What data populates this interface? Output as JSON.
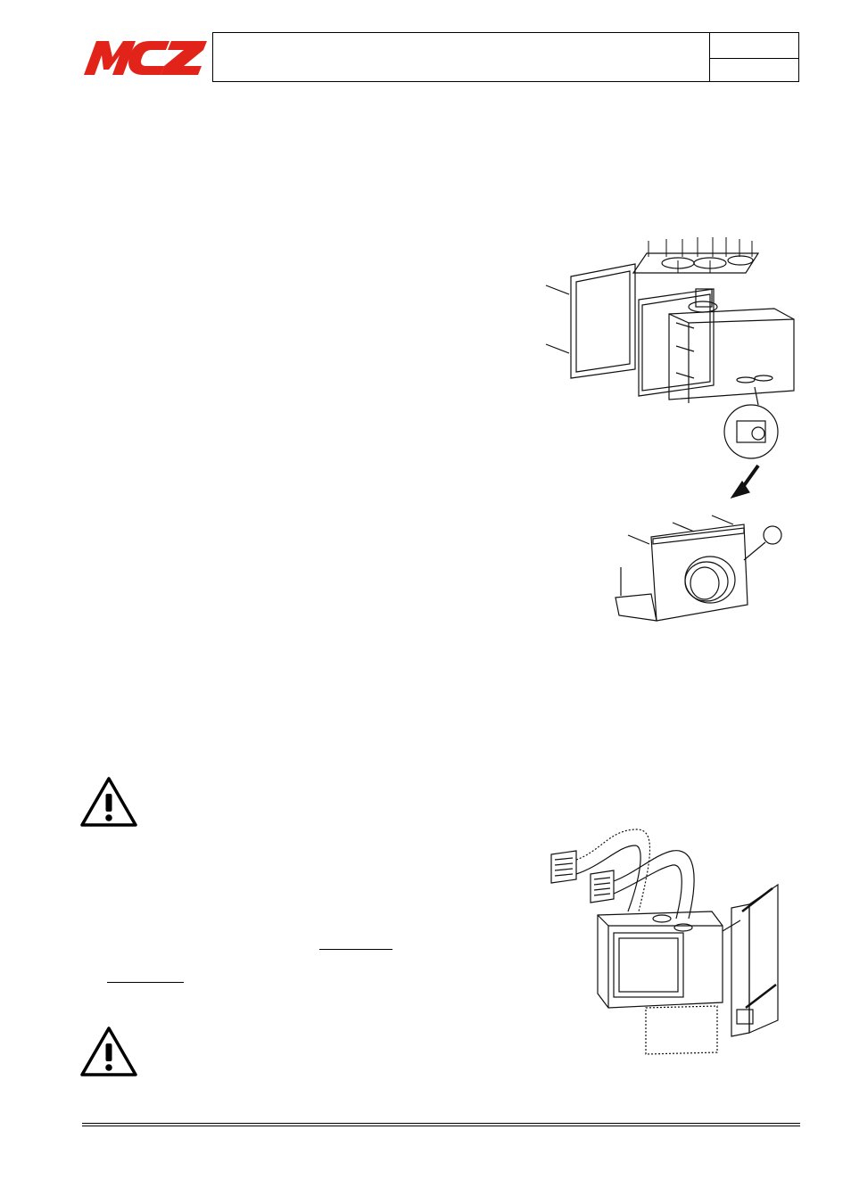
{
  "brand": {
    "logo_text": "MCZ",
    "logo_color": "#e2231a"
  },
  "header": {
    "title": "",
    "doc_code": "",
    "page": ""
  },
  "figures": {
    "fig1_icon": "exploded-assembly-diagram",
    "fig2_icon": "duct-connection-plate",
    "fig2_callout": "",
    "fig3_icon": "ducted-fireplace-installation"
  },
  "warnings": [
    {
      "icon": "warning-triangle-icon"
    },
    {
      "icon": "warning-triangle-icon"
    }
  ]
}
